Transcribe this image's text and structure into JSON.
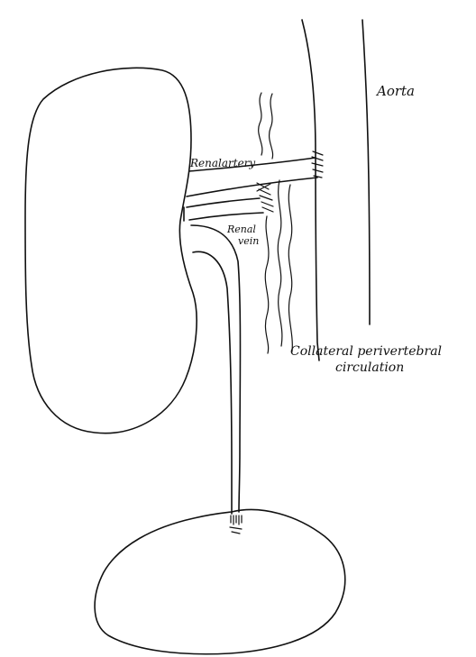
{
  "labels": {
    "aorta": "Aorta",
    "renal_artery": "Renalartery",
    "renal_vein_line1": "Renal",
    "renal_vein_line2": "vein",
    "collateral_line1": "Collateral perivertebral",
    "collateral_line2": "circulation"
  },
  "colors": {
    "ink": "#111111",
    "paper": "#ffffff"
  }
}
